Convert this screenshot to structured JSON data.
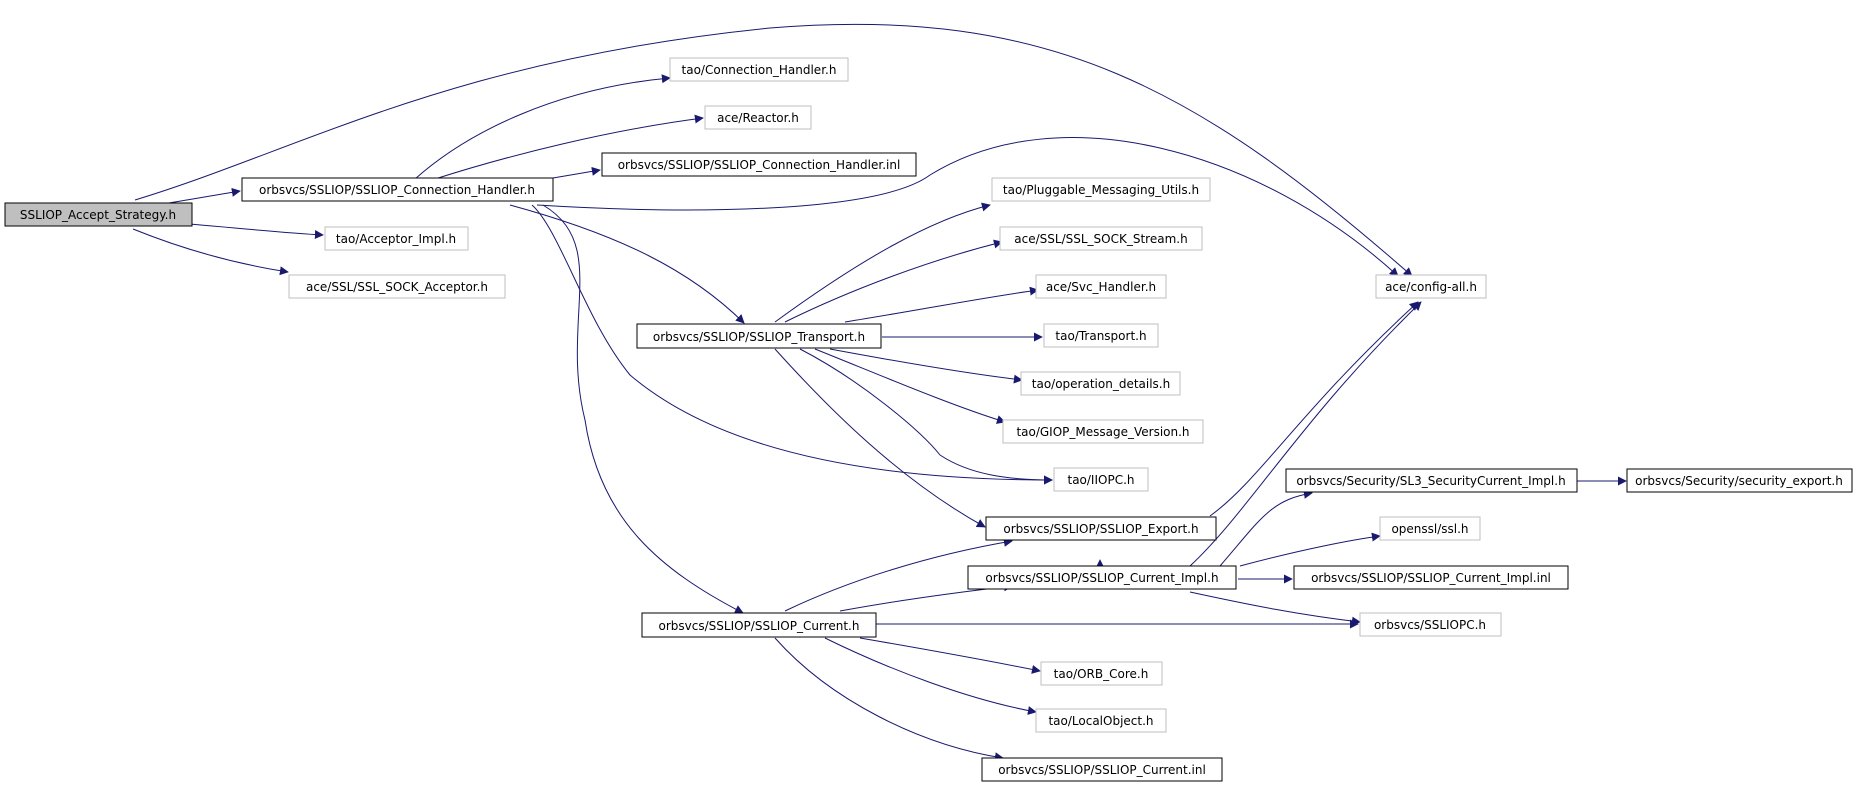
{
  "colors": {
    "edge": "#191970",
    "root_fill": "#bfbfbf",
    "documented_border": "#000000",
    "undocumented_border": "#bfbfbf",
    "node_fill": "#ffffff"
  },
  "nodes": {
    "root": "SSLIOP_Accept_Strategy.h",
    "connection_handler": "orbsvcs/SSLIOP/SSLIOP_Connection_Handler.h",
    "tao_connection_handler": "tao/Connection_Handler.h",
    "ace_reactor": "ace/Reactor.h",
    "connection_handler_inl": "orbsvcs/SSLIOP/SSLIOP_Connection_Handler.inl",
    "acceptor_impl": "tao/Acceptor_Impl.h",
    "ssl_sock_acceptor": "ace/SSL/SSL_SOCK_Acceptor.h",
    "pluggable_messaging_utils": "tao/Pluggable_Messaging_Utils.h",
    "ssl_sock_stream": "ace/SSL/SSL_SOCK_Stream.h",
    "svc_handler": "ace/Svc_Handler.h",
    "config_all": "ace/config-all.h",
    "transport_ssliop": "orbsvcs/SSLIOP/SSLIOP_Transport.h",
    "tao_transport": "tao/Transport.h",
    "operation_details": "tao/operation_details.h",
    "giop_message_version": "tao/GIOP_Message_Version.h",
    "iiopc": "tao/IIOPC.h",
    "sl3_securitycurrent_impl": "orbsvcs/Security/SL3_SecurityCurrent_Impl.h",
    "security_export": "orbsvcs/Security/security_export.h",
    "ssliop_export": "orbsvcs/SSLIOP/SSLIOP_Export.h",
    "openssl_ssl": "openssl/ssl.h",
    "current_impl": "orbsvcs/SSLIOP/SSLIOP_Current_Impl.h",
    "current_impl_inl": "orbsvcs/SSLIOP/SSLIOP_Current_Impl.inl",
    "ssliop_current": "orbsvcs/SSLIOP/SSLIOP_Current.h",
    "sslioPC": "orbsvcs/SSLIOPC.h",
    "orb_core": "tao/ORB_Core.h",
    "local_object": "tao/LocalObject.h",
    "current_inl": "orbsvcs/SSLIOP/SSLIOP_Current.inl"
  }
}
